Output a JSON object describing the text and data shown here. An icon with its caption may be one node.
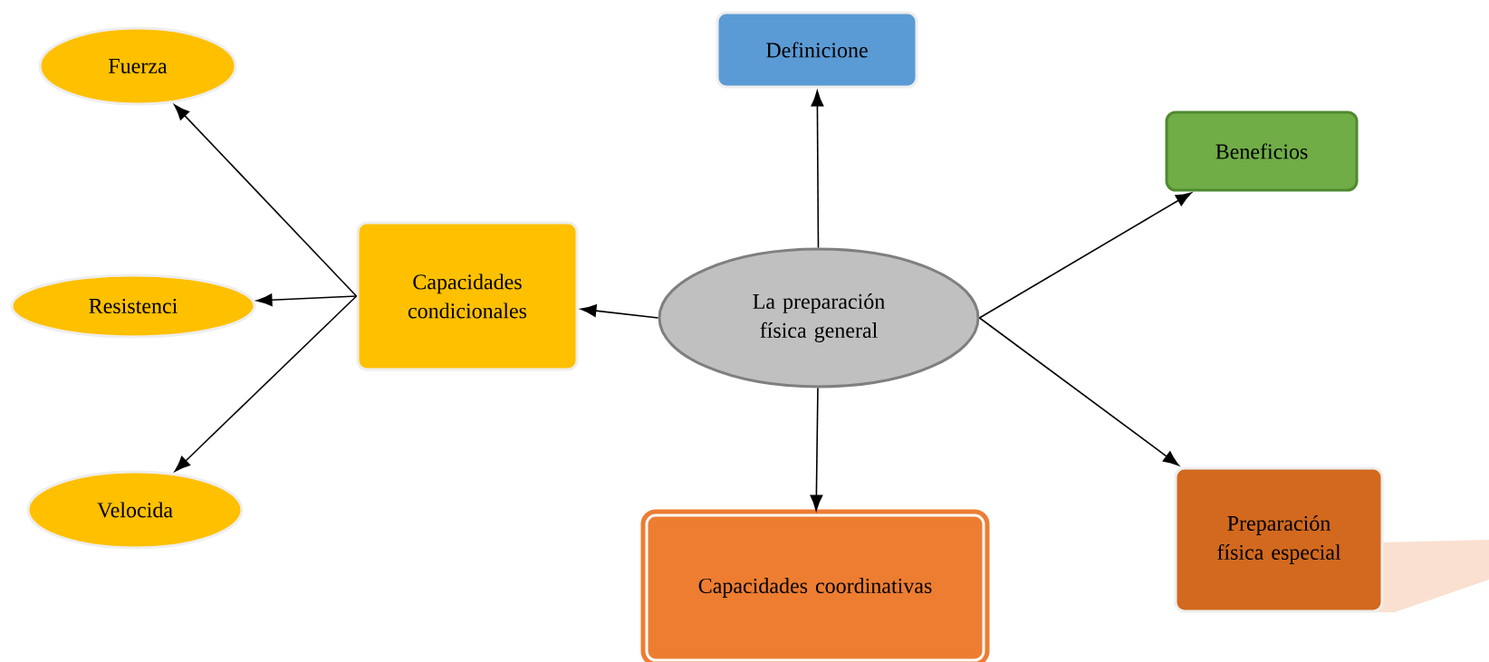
{
  "diagram": {
    "nodes": [
      {
        "text": [
          "La preparación física general"
        ]
      },
      {
        "text": [
          "Definicione"
        ]
      },
      {
        "text": [
          "Beneficios"
        ]
      },
      {
        "text": [
          "Capacidades condicionales"
        ]
      },
      {
        "text": [
          "Fuerza"
        ]
      },
      {
        "text": [
          "Resistenci"
        ]
      },
      {
        "text": [
          "Velocida"
        ]
      },
      {
        "text": [
          "Capacidades coordinativas"
        ]
      },
      {
        "text": [
          "Preparación física especial"
        ]
      }
    ],
    "edges": [
      {
        "from": 0,
        "to": 1,
        "arrow": "to"
      },
      {
        "from": 0,
        "to": 2,
        "arrow": "to"
      },
      {
        "from": 0,
        "to": 3,
        "arrow": "to"
      },
      {
        "from": 0,
        "to": 7,
        "arrow": "to"
      },
      {
        "from": 0,
        "to": 8,
        "arrow": "to"
      },
      {
        "from": 3,
        "to": 4,
        "arrow": "to"
      },
      {
        "from": 3,
        "to": 5,
        "arrow": "to"
      },
      {
        "from": 3,
        "to": 6,
        "arrow": "to"
      }
    ]
  }
}
